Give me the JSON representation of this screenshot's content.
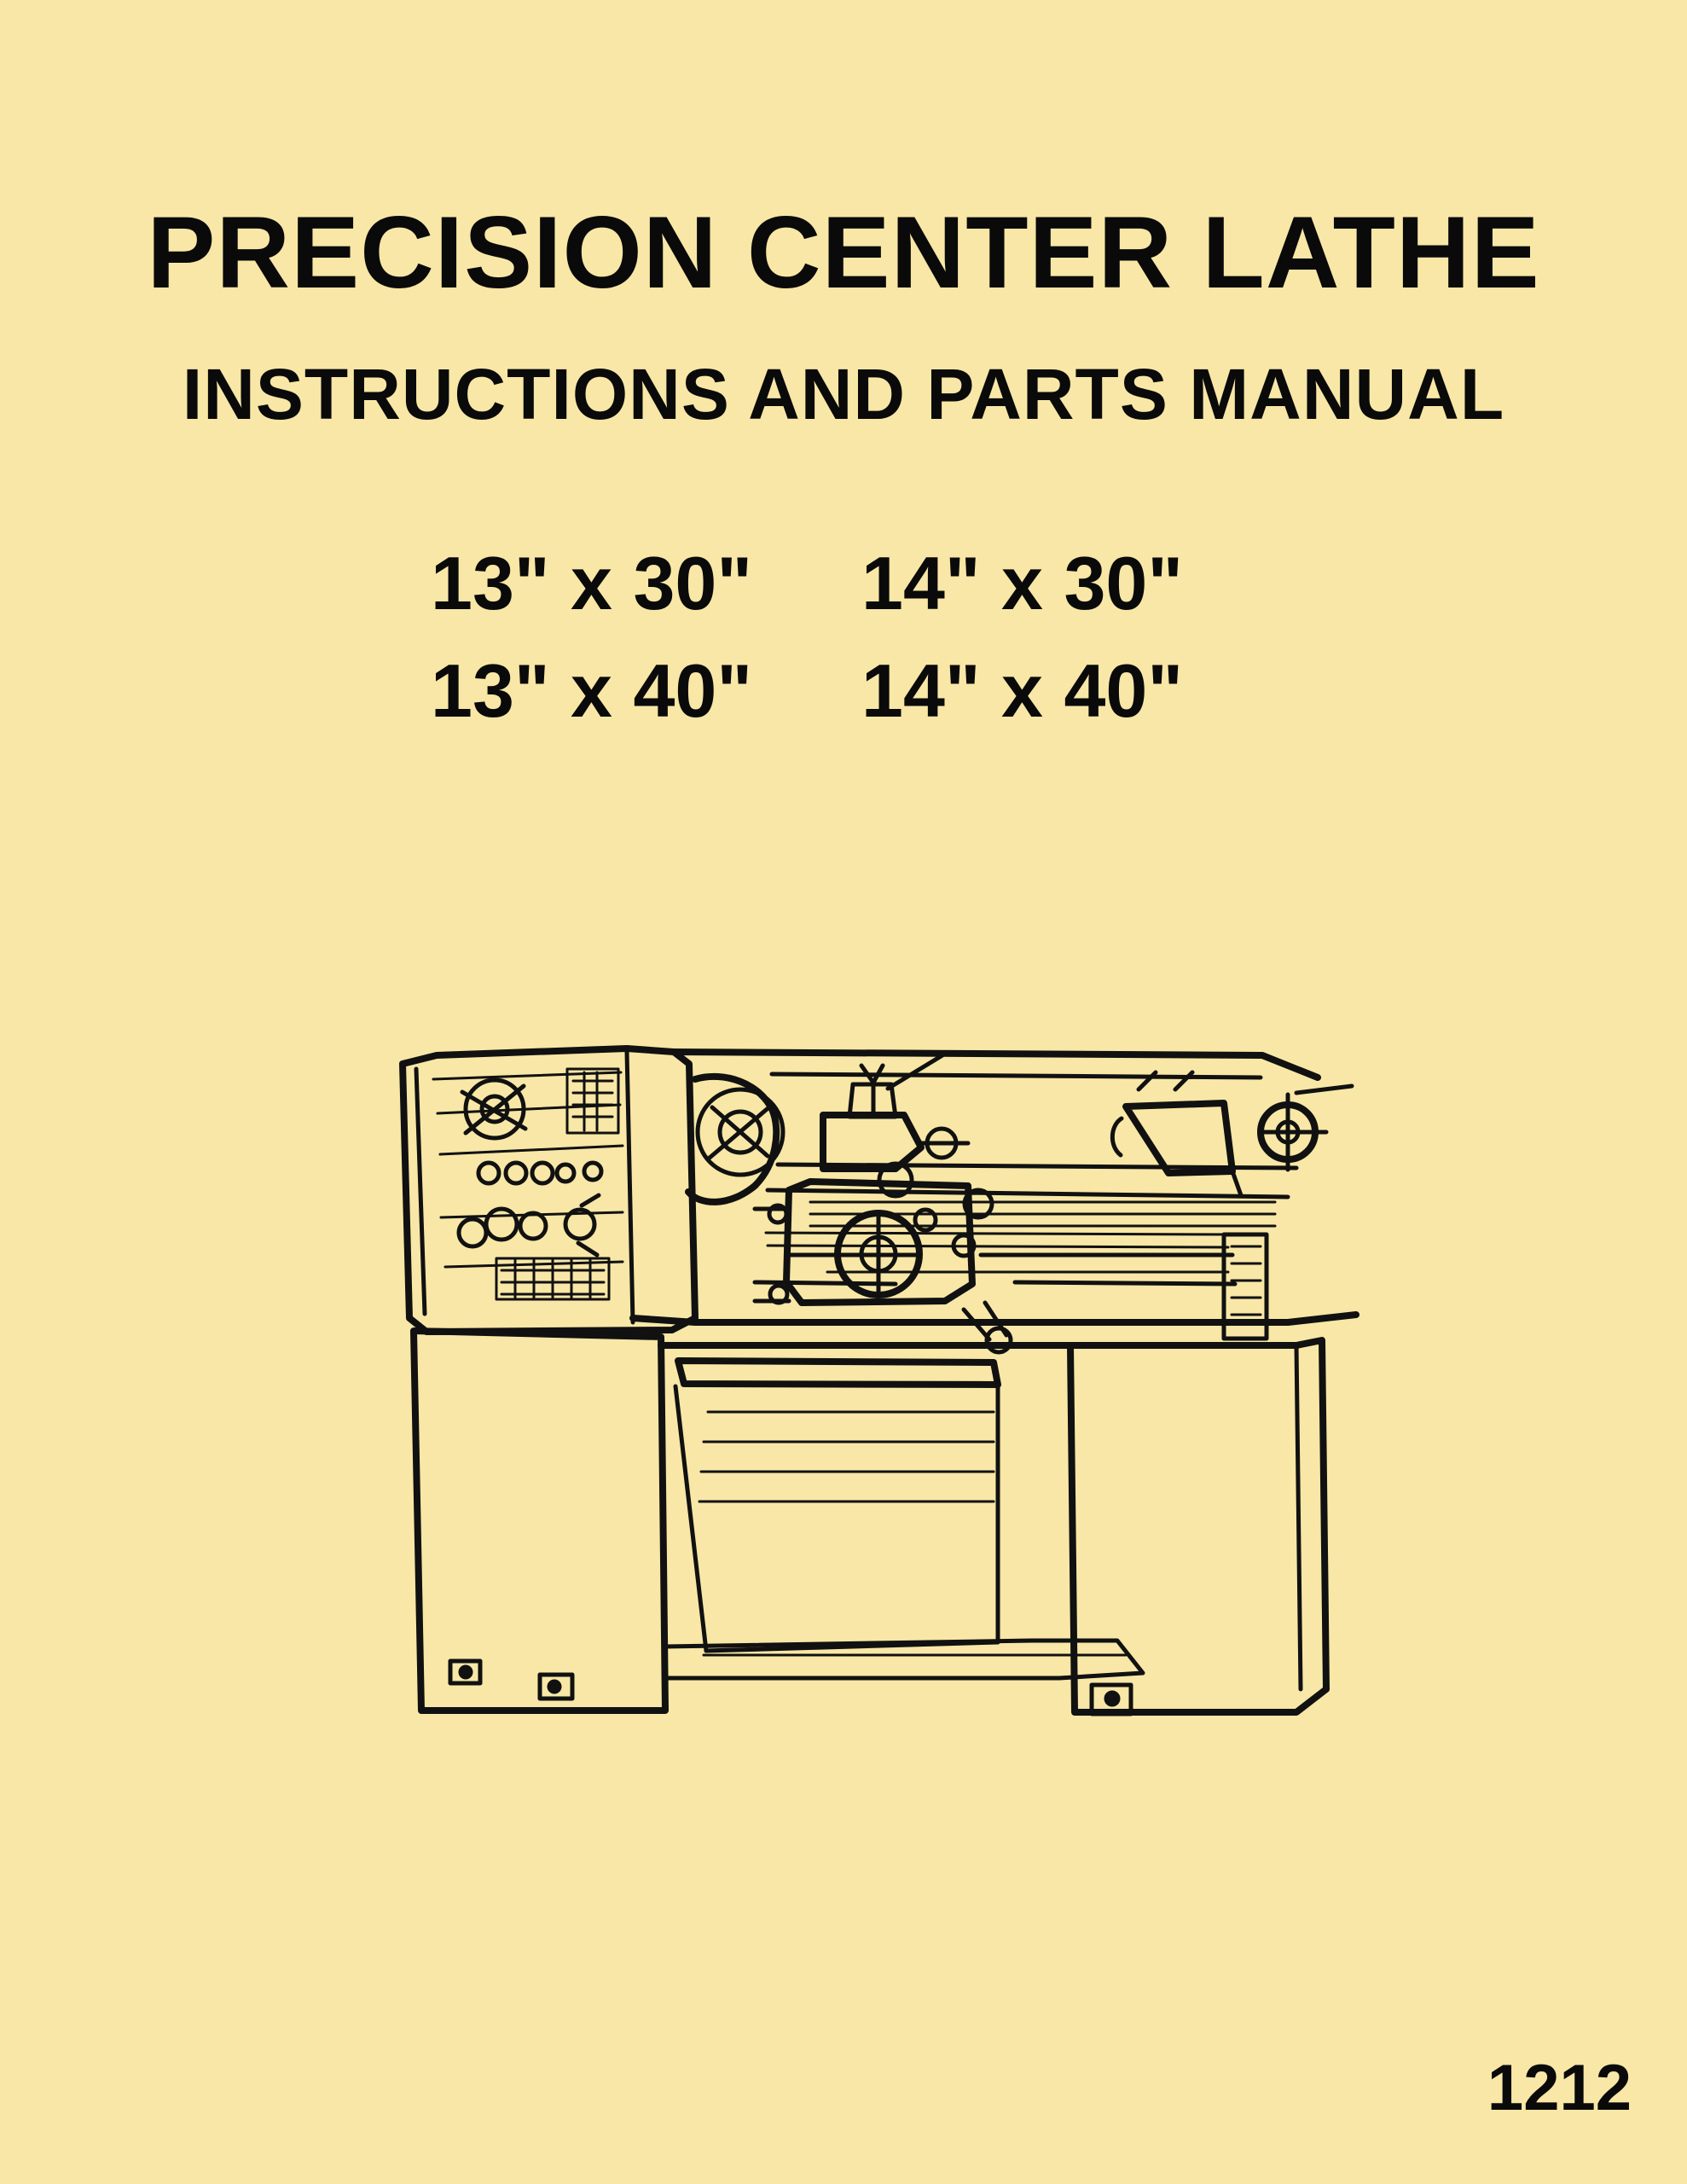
{
  "document": {
    "title": "PRECISION CENTER LATHE",
    "subtitle": "INSTRUCTIONS AND PARTS MANUAL",
    "sizes": [
      "13\" x 30\"",
      "14\" x 30\"",
      "13\" x 40\"",
      "14\" x 40\""
    ],
    "manual_number": "1212"
  },
  "illustration": {
    "icon": "lathe-line-drawing"
  },
  "colors": {
    "background": "#f8e7a6",
    "ink": "#111111"
  }
}
